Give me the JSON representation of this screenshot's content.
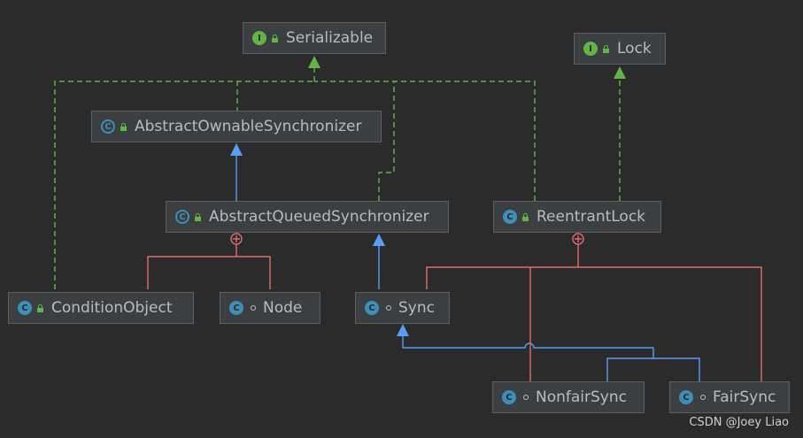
{
  "diagram": {
    "nodes": {
      "serializable": {
        "label": "Serializable",
        "kind": "interface"
      },
      "lock": {
        "label": "Lock",
        "kind": "interface"
      },
      "aos": {
        "label": "AbstractOwnableSynchronizer",
        "kind": "abstract"
      },
      "aqs": {
        "label": "AbstractQueuedSynchronizer",
        "kind": "abstract"
      },
      "reentrant": {
        "label": "ReentrantLock",
        "kind": "class"
      },
      "condition": {
        "label": "ConditionObject",
        "kind": "class"
      },
      "node": {
        "label": "Node",
        "kind": "static"
      },
      "sync": {
        "label": "Sync",
        "kind": "static"
      },
      "nonfair": {
        "label": "NonfairSync",
        "kind": "static"
      },
      "fair": {
        "label": "FairSync",
        "kind": "static"
      }
    },
    "icon_letters": {
      "interface": "I",
      "class": "C",
      "abstract": "C"
    }
  },
  "colors": {
    "background": "#2b2b2b",
    "implements": "#62b543",
    "extends": "#589df6",
    "inner": "#e06c6c"
  },
  "watermark": "CSDN @Joey Liao"
}
